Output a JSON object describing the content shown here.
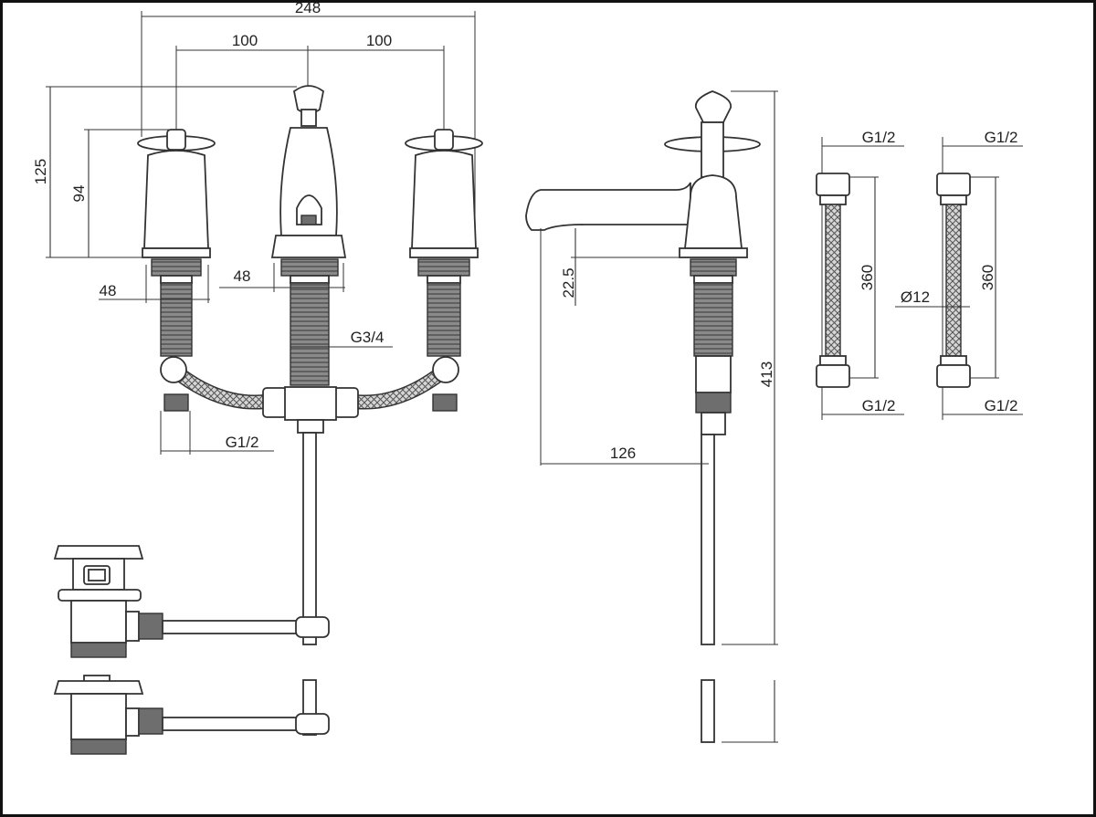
{
  "dimensions": {
    "overall_width": "248",
    "center_left": "100",
    "center_right": "100",
    "height_total": "125",
    "height_handle": "94",
    "shank_left": "48",
    "shank_center": "48",
    "center_thread": "G3/4",
    "inlet_thread": "G1/2",
    "spout_height": "22.5",
    "spout_reach": "126",
    "total_length": "413",
    "hose_length_1": "360",
    "hose_length_2": "360",
    "hose_diameter": "Ø12",
    "hose1_top_thread": "G1/2",
    "hose1_bottom_thread": "G1/2",
    "hose2_top_thread": "G1/2",
    "hose2_bottom_thread": "G1/2"
  }
}
